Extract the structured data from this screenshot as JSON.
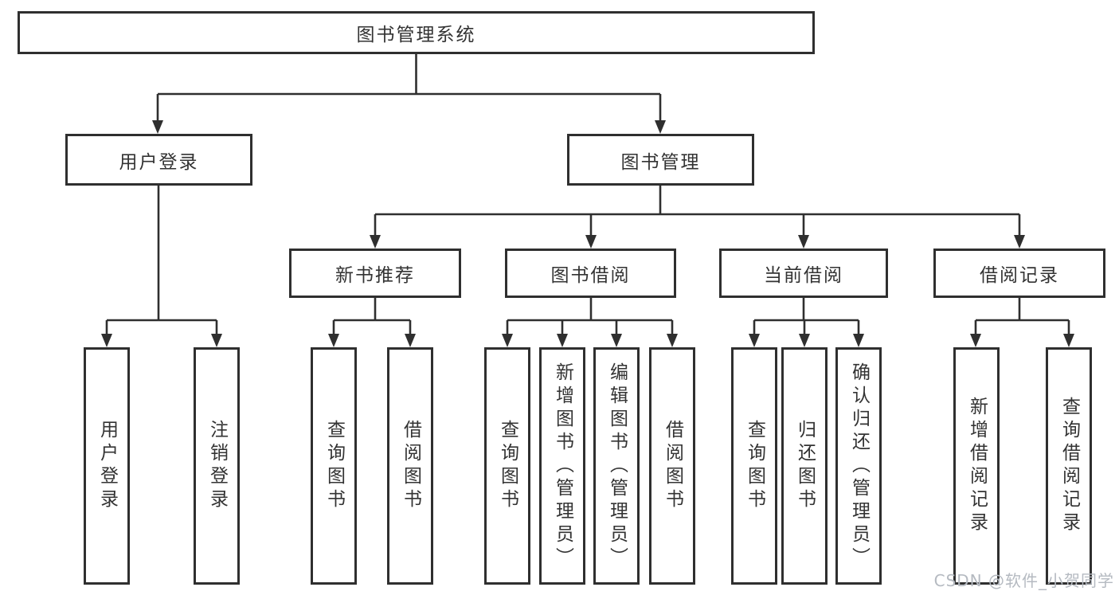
{
  "diagram": {
    "tree": {
      "label": "图书管理系统",
      "children": [
        {
          "label": "用户登录",
          "children": [
            {
              "label": "用户登录"
            },
            {
              "label": "注销登录"
            }
          ]
        },
        {
          "label": "图书管理",
          "children": [
            {
              "label": "新书推荐",
              "children": [
                {
                  "label": "查询图书"
                },
                {
                  "label": "借阅图书"
                }
              ]
            },
            {
              "label": "图书借阅",
              "children": [
                {
                  "label": "查询图书"
                },
                {
                  "label": "新增图书（管理员）"
                },
                {
                  "label": "编辑图书（管理员）"
                },
                {
                  "label": "借阅图书"
                }
              ]
            },
            {
              "label": "当前借阅",
              "children": [
                {
                  "label": "查询图书"
                },
                {
                  "label": "归还图书"
                },
                {
                  "label": "确认归还（管理员）"
                }
              ]
            },
            {
              "label": "借阅记录",
              "children": [
                {
                  "label": "新增借阅记录"
                },
                {
                  "label": "查询借阅记录"
                }
              ]
            }
          ]
        }
      ]
    },
    "line_color": "#2f2f2f",
    "box_background": "#ffffff"
  },
  "watermark": "CSDN @软件_小贺同学"
}
